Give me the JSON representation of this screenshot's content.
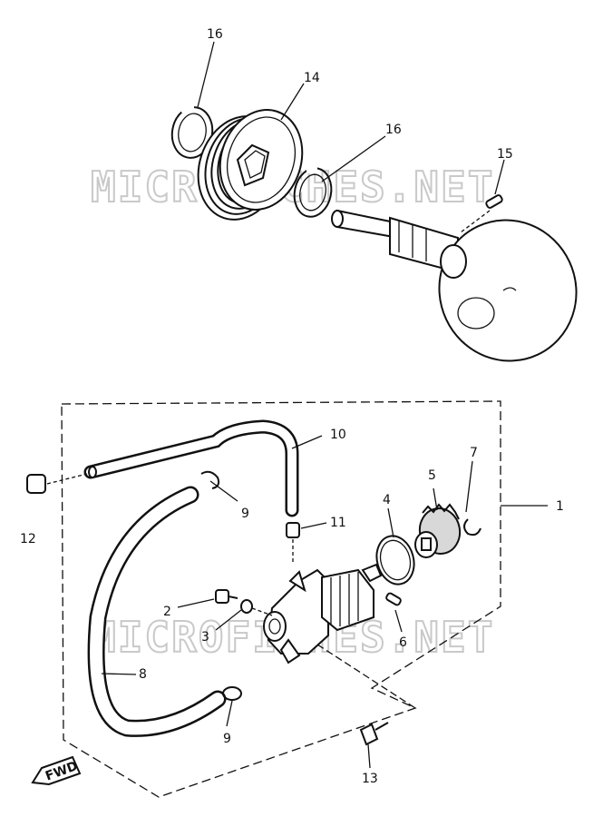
{
  "watermarks": [
    "MICROFICHES.NET",
    "MICROFICHES.NET"
  ],
  "callouts": {
    "p1": "1",
    "p2": "2",
    "p3": "3",
    "p4": "4",
    "p5": "5",
    "p6": "6",
    "p7": "7",
    "p8": "8",
    "p9a": "9",
    "p9b": "9",
    "p10": "10",
    "p11": "11",
    "p12": "12",
    "p13": "13",
    "p14": "14",
    "p15": "15",
    "p16a": "16",
    "p16b": "16"
  },
  "fwd_label": "FWD"
}
